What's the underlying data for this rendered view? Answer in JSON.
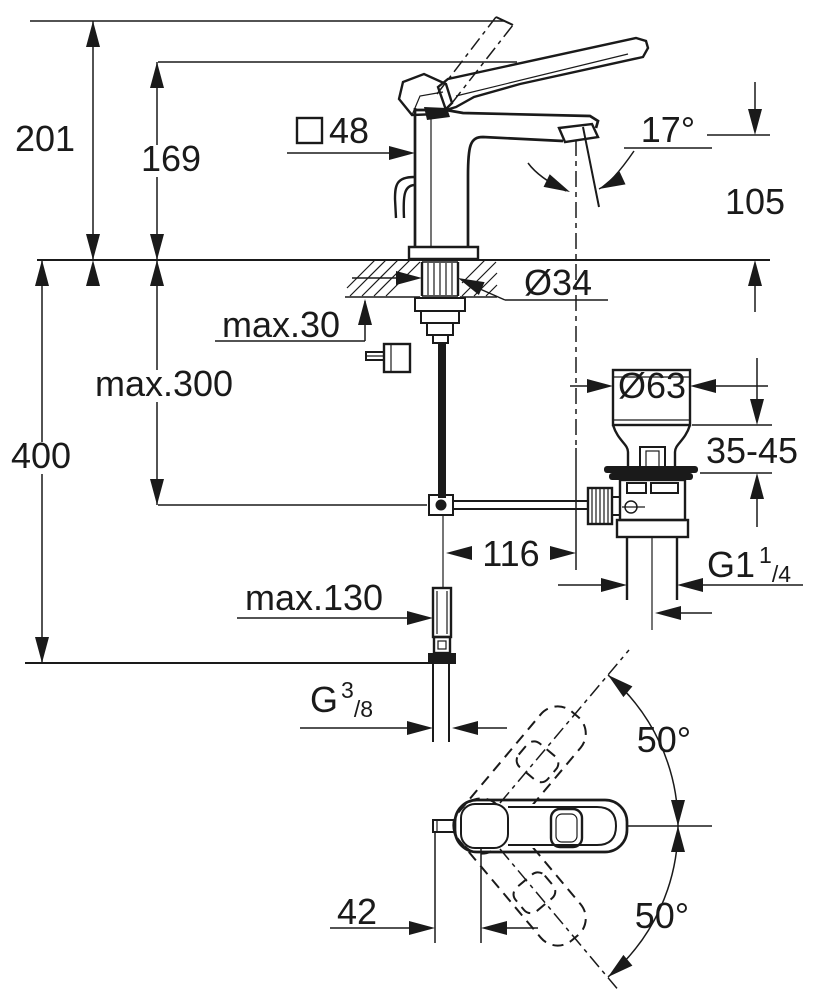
{
  "drawing": {
    "labels": {
      "height_total": "201",
      "height_body": "169",
      "body_square_size": "48",
      "spout_angle": "17°",
      "spout_height": "105",
      "shank_diameter": "Ø34",
      "deck_thickness_max": "max.30",
      "rod_depth_max": "max.300",
      "height_400": "400",
      "waste_flange_diameter": "Ø63",
      "basin_thickness_range": "35-45",
      "spout_reach": "116",
      "waste_thread_base": "G1",
      "waste_thread_num": "1",
      "waste_thread_den": "/4",
      "hose_length_max": "max.130",
      "supply_thread_base": "G",
      "supply_thread_num": "3",
      "supply_thread_den": "/8",
      "handle_swing_upper": "50°",
      "handle_swing_lower": "50°",
      "handle_offset": "42"
    },
    "colors": {
      "line": "#1a1a1a",
      "background": "#ffffff"
    }
  }
}
